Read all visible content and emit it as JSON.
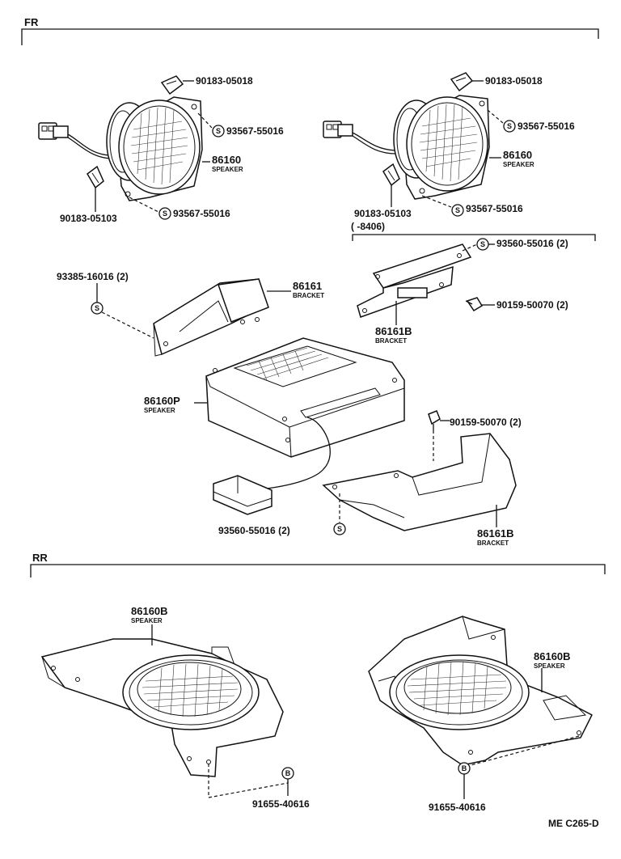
{
  "sections": {
    "front": "FR",
    "rear": "RR"
  },
  "symbols": {
    "s": "S",
    "b": "B"
  },
  "labels": {
    "clip_top_left": "90183-05018",
    "screw_left_upper": "93567-55016",
    "speaker_left_num": "86160",
    "speaker_left_name": "SPEAKER",
    "clip_bottom_left": "90183-05103",
    "screw_left_lower": "93567-55016",
    "clip_top_right": "90183-05018",
    "screw_right_upper": "93567-55016",
    "speaker_right_num": "86160",
    "speaker_right_name": "SPEAKER",
    "clip_bottom_right": "90183-05103",
    "date_range": "(        -8406)",
    "screw_right_lower": "93567-55016",
    "screw_bracket_top": "93560-55016 (2)",
    "bolt_bracket_top": "90159-50070 (2)",
    "bracket_small_num": "86161B",
    "bracket_small_name": "BRACKET",
    "screw_bracket_left": "93385-16016 (2)",
    "bracket_left_num": "86161",
    "bracket_left_name": "BRACKET",
    "speaker_box_num": "86160P",
    "speaker_box_name": "SPEAKER",
    "bolt_bracket_large": "90159-50070 (2)",
    "screw_box_bottom": "93560-55016 (2)",
    "bracket_large_num": "86161B",
    "bracket_large_name": "BRACKET",
    "rr_speaker_left_num": "86160B",
    "rr_speaker_left_name": "SPEAKER",
    "rr_bolt_left": "91655-40616",
    "rr_speaker_right_num": "86160B",
    "rr_speaker_right_name": "SPEAKER",
    "rr_bolt_right": "91655-40616",
    "diagram_code": "ME C265-D"
  }
}
